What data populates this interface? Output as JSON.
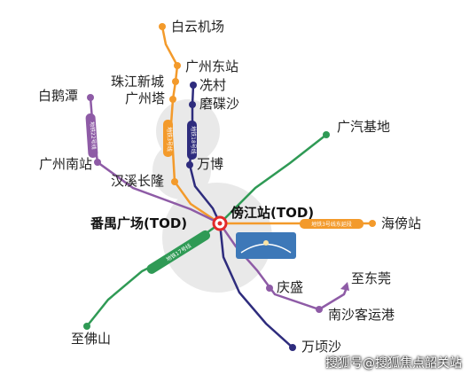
{
  "map": {
    "stations": {
      "baiyun_airport": "白云机场",
      "guangzhou_east": "广州东站",
      "zhujiang_newtown": "珠江新城",
      "canton_tower": "广州塔",
      "xiancun": "冼村",
      "mochongsha": "磨碟沙",
      "baietan": "白鹅潭",
      "guangzhou_south": "广州南站",
      "wanbo": "万博",
      "hanxi_changlong": "汉溪长隆",
      "guangqi_base": "广汽基地",
      "panyu_square": "番禺广场(TOD)",
      "pangjiang": "傍江站(TOD)",
      "haibang": "海傍站",
      "qingsheng": "庆盛",
      "to_dongguan": "至东莞",
      "nansha_port": "南沙客运港",
      "to_foshan": "至佛山",
      "wanqingsha": "万顷沙"
    },
    "line_tags": {
      "line3": "地铁3号线",
      "line18": "地铁18号线",
      "line22": "地铁22号线",
      "line3_ext": "地铁3号线东延段",
      "line17": "地铁17号线"
    },
    "colors": {
      "line3": "#f39a2b",
      "line18": "#2e2c7d",
      "line22": "#8e5ba6",
      "line17": "#2f9a55",
      "hub": "#e32a2a"
    },
    "watermark": "搜狐号@搜狐焦点韶关站"
  }
}
